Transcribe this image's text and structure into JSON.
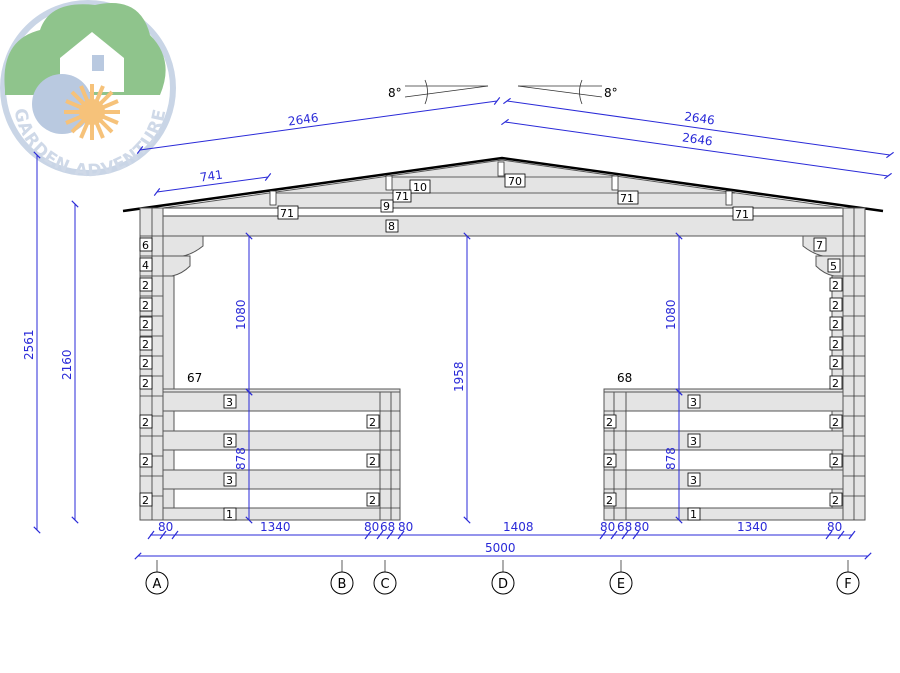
{
  "logo": {
    "brand_text": "GARDEN ADVENTURE",
    "colors": {
      "ring": "#c9d5e6",
      "tree": "#8fc48c",
      "sun": "#f6c27a",
      "globe": "#b9c9e0"
    }
  },
  "roof": {
    "pitch_left": "8°",
    "pitch_right": "8°",
    "slope_left": "2646",
    "slope_right_1": "2646",
    "slope_right_2": "2646",
    "overhang": "741"
  },
  "heights": {
    "total": "2561",
    "wall": "2160",
    "opening": "1958",
    "left_upper": "1080",
    "right_upper": "1080",
    "left_rail": "878",
    "right_rail": "878"
  },
  "parts": {
    "ridge": "70",
    "top_beam": "10",
    "purlin_center": "71",
    "plate": "9",
    "main_beam": "8",
    "purlin_left": "71",
    "purlin_right_1": "71",
    "purlin_right_2": "71",
    "left_bracket_upper": "6",
    "left_bracket_lower": "4",
    "right_bracket_upper": "7",
    "right_bracket_lower": "5",
    "wall_log": "2",
    "rail": "3",
    "sill": "1",
    "left_label": "67",
    "right_label": "68"
  },
  "bottom_dims": {
    "left_post": "80",
    "left_span": "1340",
    "b_post": "80",
    "c_gap": "68",
    "c_post": "80",
    "center_span": "1408",
    "d_post": "80",
    "e_gap": "68",
    "e_post": "80",
    "right_span": "1340",
    "right_post": "80",
    "total": "5000"
  },
  "axes": [
    "A",
    "B",
    "C",
    "D",
    "E",
    "F"
  ]
}
